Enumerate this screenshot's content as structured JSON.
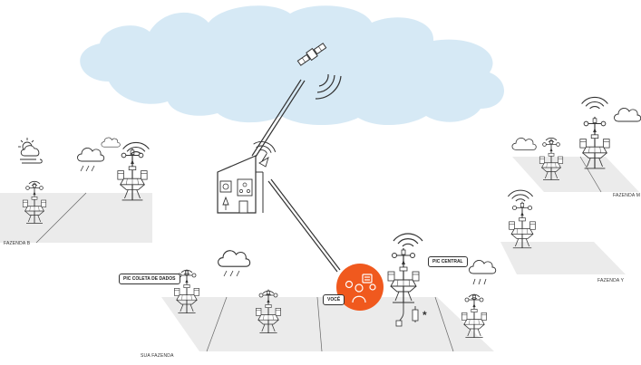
{
  "labels": {
    "coleta": "PIC COLETA DE DADOS",
    "central": "PIC CENTRAL",
    "voce": "VOCÊ"
  },
  "farms": {
    "b": "FAZENDA B",
    "sua": "SUA FAZENDA",
    "m": "FAZENDA M",
    "y": "FAZENDA Y"
  },
  "colors": {
    "cloud": "#d6e9f5",
    "ground": "#ebebeb",
    "line": "#333333",
    "accent": "#f0591e"
  },
  "icons": [
    "satellite-icon",
    "house-icon",
    "weather-station-icon",
    "rain-cloud-icon",
    "cloud-icon",
    "wifi-signal-icon",
    "farmer-icon",
    "sun-cloud-icon"
  ]
}
